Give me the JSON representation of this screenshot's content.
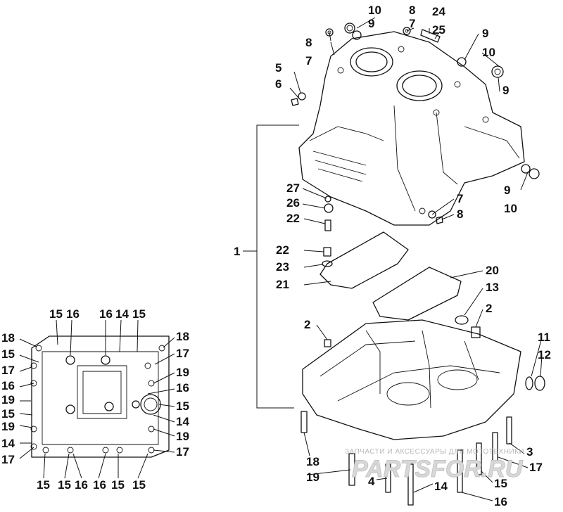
{
  "diagram": {
    "callouts": [
      {
        "id": "c-10a",
        "text": "10"
      },
      {
        "id": "c-9a",
        "text": "9"
      },
      {
        "id": "c-8a",
        "text": "8"
      },
      {
        "id": "c-7a",
        "text": "7"
      },
      {
        "id": "c-24",
        "text": "24"
      },
      {
        "id": "c-25",
        "text": "25"
      },
      {
        "id": "c-8b",
        "text": "8"
      },
      {
        "id": "c-7b",
        "text": "7"
      },
      {
        "id": "c-9b",
        "text": "9"
      },
      {
        "id": "c-10b",
        "text": "10"
      },
      {
        "id": "c-9c",
        "text": "9"
      },
      {
        "id": "c-5",
        "text": "5"
      },
      {
        "id": "c-6",
        "text": "6"
      },
      {
        "id": "c-1",
        "text": "1"
      },
      {
        "id": "c-27",
        "text": "27"
      },
      {
        "id": "c-26",
        "text": "26"
      },
      {
        "id": "c-22a",
        "text": "22"
      },
      {
        "id": "c-7c",
        "text": "7"
      },
      {
        "id": "c-8c",
        "text": "8"
      },
      {
        "id": "c-9d",
        "text": "9"
      },
      {
        "id": "c-10c",
        "text": "10"
      },
      {
        "id": "c-22b",
        "text": "22"
      },
      {
        "id": "c-23",
        "text": "23"
      },
      {
        "id": "c-21",
        "text": "21"
      },
      {
        "id": "c-20",
        "text": "20"
      },
      {
        "id": "c-13",
        "text": "13"
      },
      {
        "id": "c-2a",
        "text": "2"
      },
      {
        "id": "c-2b",
        "text": "2"
      },
      {
        "id": "c-11",
        "text": "11"
      },
      {
        "id": "c-12",
        "text": "12"
      },
      {
        "id": "c-3",
        "text": "3"
      },
      {
        "id": "c-17r",
        "text": "17"
      },
      {
        "id": "c-18r",
        "text": "18"
      },
      {
        "id": "c-19r",
        "text": "19"
      },
      {
        "id": "c-4",
        "text": "4"
      },
      {
        "id": "c-14r",
        "text": "14"
      },
      {
        "id": "c-15r",
        "text": "15"
      },
      {
        "id": "c-16r",
        "text": "16"
      },
      {
        "id": "l-15a",
        "text": "15"
      },
      {
        "id": "l-16a",
        "text": "16"
      },
      {
        "id": "l-16b",
        "text": "16"
      },
      {
        "id": "l-14a",
        "text": "14"
      },
      {
        "id": "l-15b",
        "text": "15"
      },
      {
        "id": "l-18a",
        "text": "18"
      },
      {
        "id": "l-15c",
        "text": "15"
      },
      {
        "id": "l-17a",
        "text": "17"
      },
      {
        "id": "l-16c",
        "text": "16"
      },
      {
        "id": "l-19a",
        "text": "19"
      },
      {
        "id": "l-15d",
        "text": "15"
      },
      {
        "id": "l-19b",
        "text": "19"
      },
      {
        "id": "l-14b",
        "text": "14"
      },
      {
        "id": "l-17b",
        "text": "17"
      },
      {
        "id": "l-18b",
        "text": "18"
      },
      {
        "id": "l-17c",
        "text": "17"
      },
      {
        "id": "l-19c",
        "text": "19"
      },
      {
        "id": "l-16d",
        "text": "16"
      },
      {
        "id": "l-15e",
        "text": "15"
      },
      {
        "id": "l-14c",
        "text": "14"
      },
      {
        "id": "l-19d",
        "text": "19"
      },
      {
        "id": "l-17d",
        "text": "17"
      },
      {
        "id": "l-15f",
        "text": "15"
      },
      {
        "id": "l-15g",
        "text": "15"
      },
      {
        "id": "l-16e",
        "text": "16"
      },
      {
        "id": "l-16f",
        "text": "16"
      },
      {
        "id": "l-15h",
        "text": "15"
      },
      {
        "id": "l-15i",
        "text": "15"
      }
    ]
  },
  "watermark": {
    "line1": "ЗАПЧАСТИ И АКСЕССУАРЫ ДЛЯ МОТОТЕХНИКИ",
    "line2": "PARTSFOR.RU"
  },
  "colors": {
    "ink": "#111111",
    "watermark": "#c4c4c4",
    "background": "#ffffff"
  }
}
